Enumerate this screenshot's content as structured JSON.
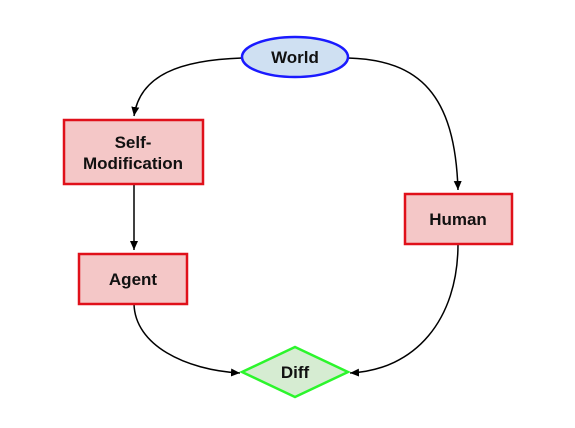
{
  "nodes": {
    "world": {
      "label": "World",
      "fill": "#cfe0f2",
      "stroke": "#1a1aff"
    },
    "self_modification": {
      "label_line1": "Self-",
      "label_line2": "Modification",
      "fill": "#f4c7c7",
      "stroke": "#e0101a"
    },
    "agent": {
      "label": "Agent",
      "fill": "#f4c7c7",
      "stroke": "#e0101a"
    },
    "human": {
      "label": "Human",
      "fill": "#f4c7c7",
      "stroke": "#e0101a"
    },
    "diff": {
      "label": "Diff",
      "fill": "#d6ecd2",
      "stroke": "#2cf52c"
    }
  },
  "edges": [
    {
      "from": "World",
      "to": "Self-Modification"
    },
    {
      "from": "World",
      "to": "Human"
    },
    {
      "from": "Self-Modification",
      "to": "Agent"
    },
    {
      "from": "Agent",
      "to": "Diff"
    },
    {
      "from": "Human",
      "to": "Diff"
    }
  ]
}
